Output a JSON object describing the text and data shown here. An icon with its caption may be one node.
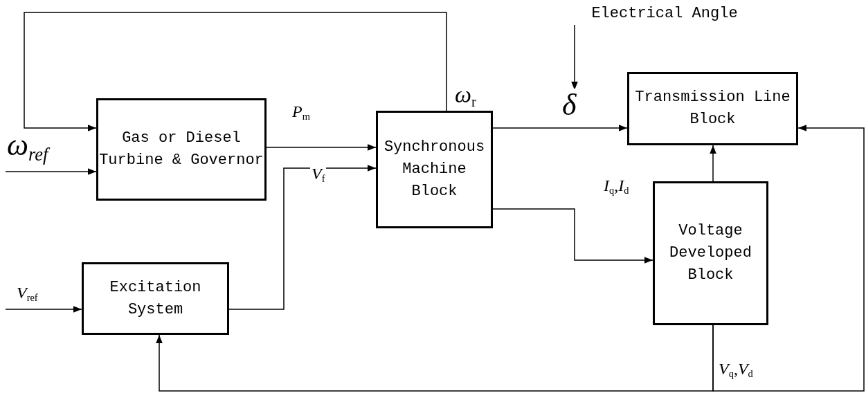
{
  "diagram": {
    "nodes": [
      {
        "text": [
          "Gas or Diesel Turbine & Governor"
        ]
      },
      {
        "text": [
          "Synchronous Machine Block"
        ]
      },
      {
        "text": [
          "Transmission Line Block"
        ]
      },
      {
        "text": [
          "Voltage Developed Block"
        ]
      },
      {
        "text": [
          "Excitation System"
        ]
      },
      {
        "text": [
          "Electrical Angle"
        ]
      }
    ],
    "edges": [
      {
        "from": 1,
        "to": 0,
        "arrow": "to",
        "label": "*ω*$_{r}$"
      },
      {
        "from": null,
        "to": 0,
        "arrow": "to",
        "label": "*ω*$_{ref}$"
      },
      {
        "from": 0,
        "to": 1,
        "arrow": "to",
        "label": "*P*$_{m}$"
      },
      {
        "from": null,
        "to": 4,
        "arrow": "to",
        "label": "*V*$_{ref}$"
      },
      {
        "from": 4,
        "to": 1,
        "arrow": "to",
        "label": "*V*$_{f}$"
      },
      {
        "from": 1,
        "to": 2,
        "arrow": "to",
        "label": "*δ*"
      },
      {
        "from": 5,
        "to": null,
        "arrow": "to"
      },
      {
        "from": 1,
        "to": 3,
        "arrow": "to",
        "label": "*I*$_{q}$,*I*$_{d}$"
      },
      {
        "from": 3,
        "to": 2,
        "arrow": "to"
      },
      {
        "from": 3,
        "to": 4,
        "arrow": "to",
        "label": "*V*$_{q}$,*V*$_{d}$"
      },
      {
        "from": 3,
        "to": 2,
        "arrow": "to"
      }
    ]
  }
}
